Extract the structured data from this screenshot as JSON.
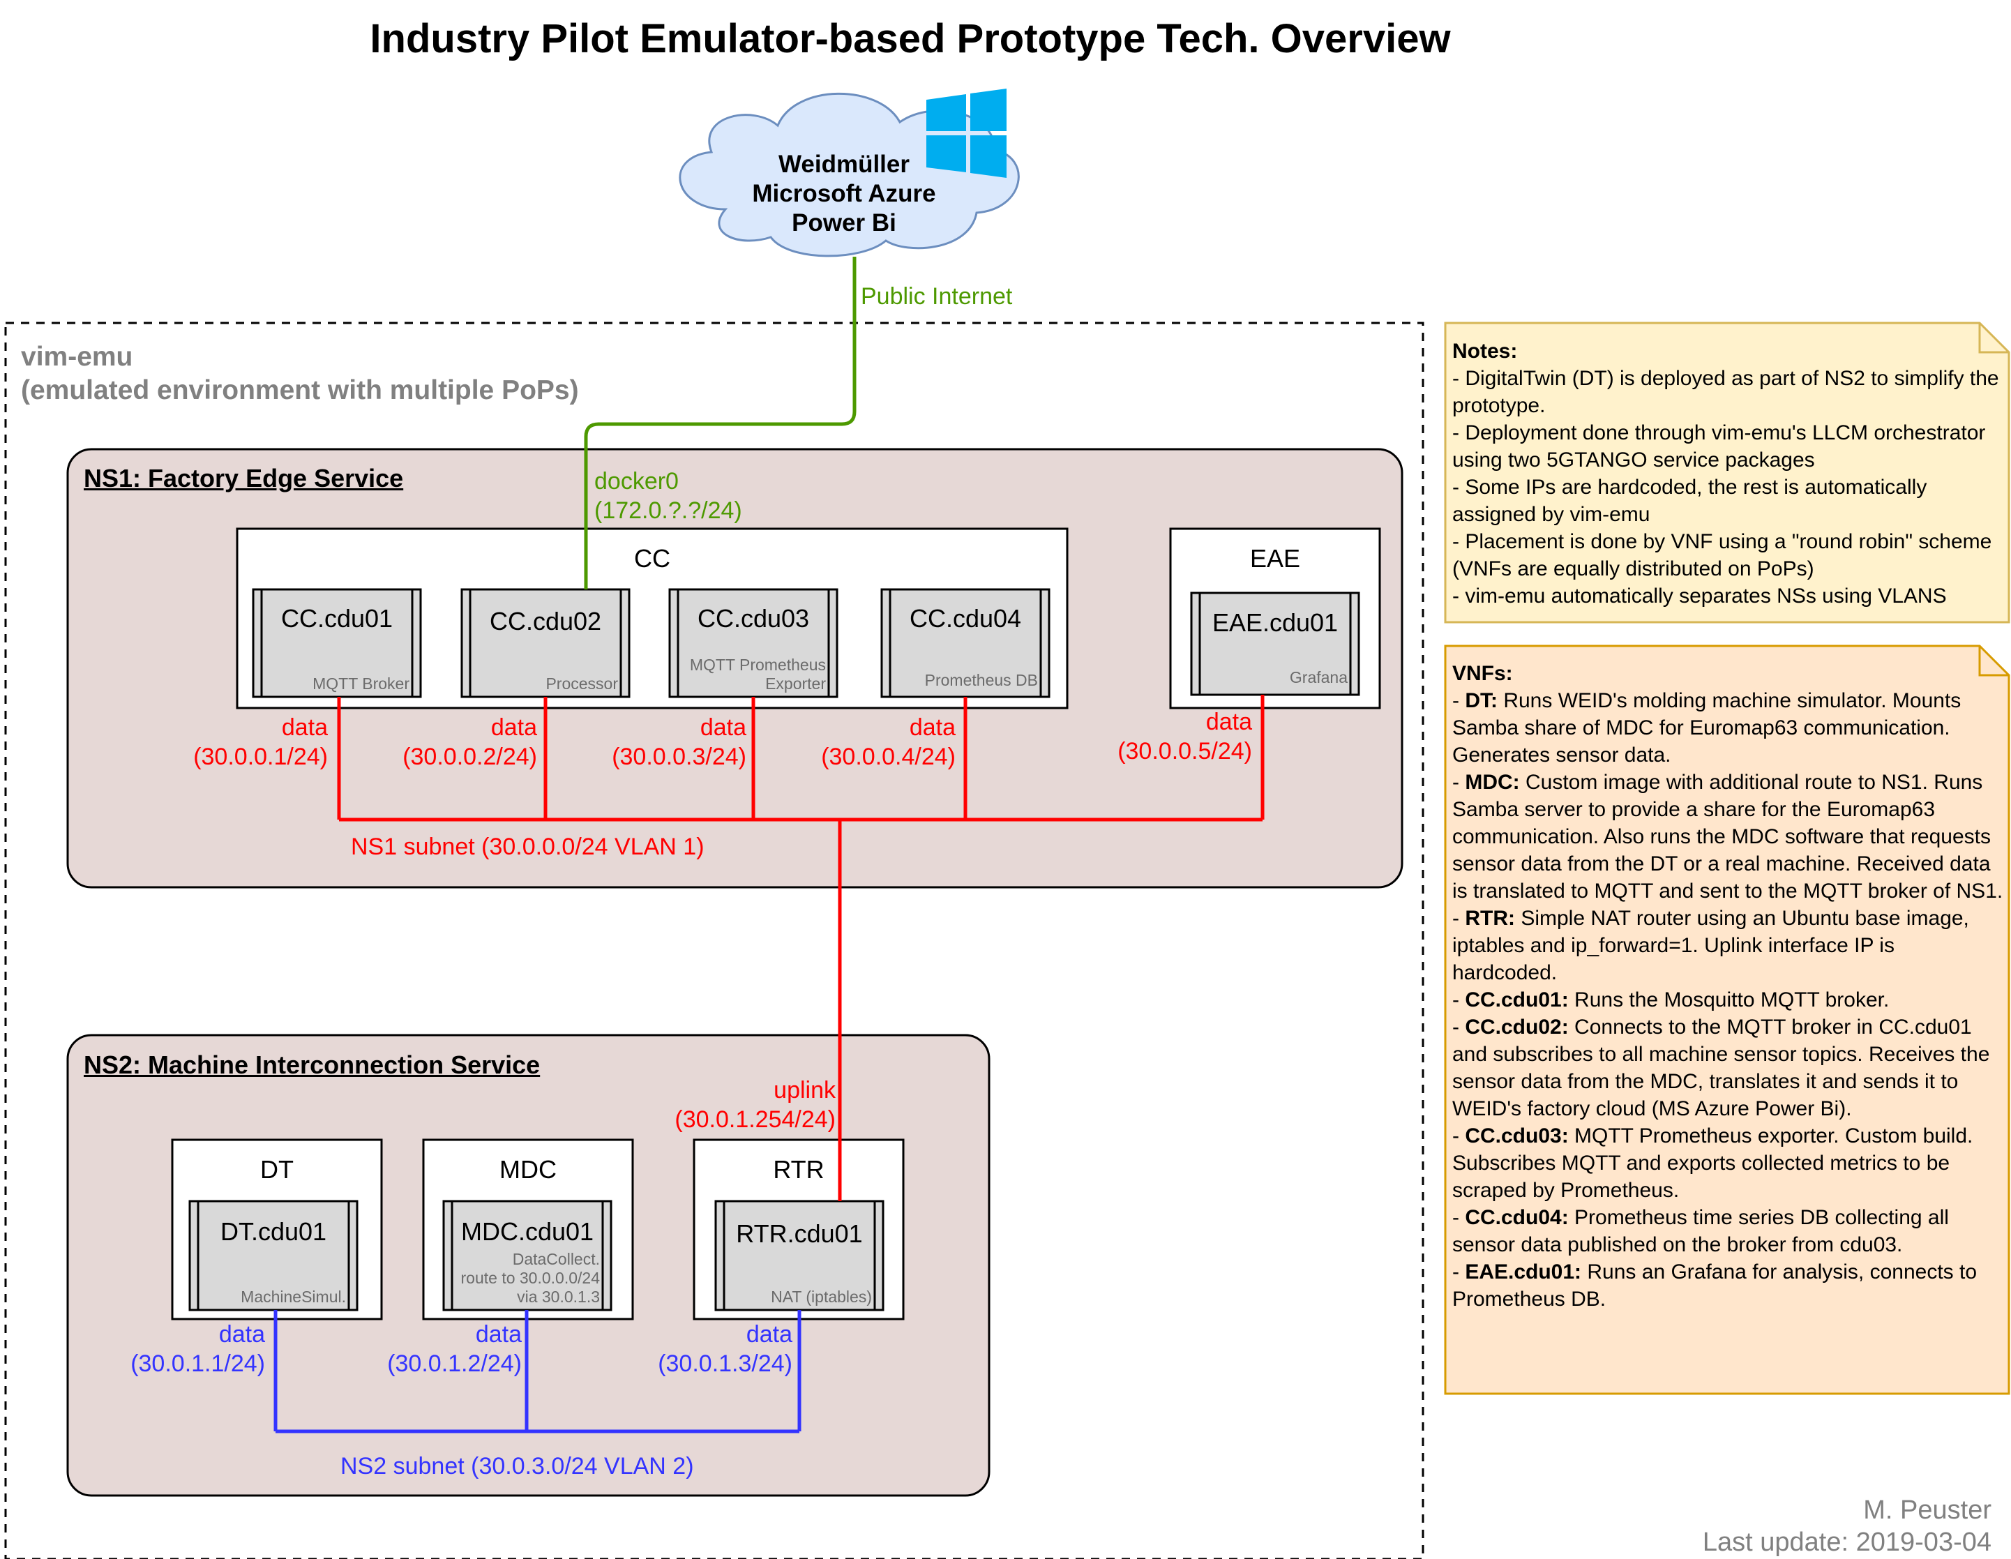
{
  "title": "Industry Pilot Emulator-based Prototype Tech. Overview",
  "cloud": {
    "lines": [
      "Weidmüller",
      "Microsoft Azure",
      "Power Bi"
    ],
    "icon": "windows-logo-icon"
  },
  "public_internet_label": "Public Internet",
  "docker0": {
    "name": "docker0",
    "subnet": "(172.0.?.?/24)"
  },
  "vim_emu": {
    "title": "vim-emu",
    "subtitle": "(emulated environment with multiple PoPs)"
  },
  "ns1": {
    "title": "NS1: Factory Edge Service",
    "subnet_label": "NS1 subnet (30.0.0.0/24 VLAN 1)",
    "vnfs": [
      {
        "name": "CC",
        "cdus": [
          {
            "name": "CC.cdu01",
            "sub": [
              "MQTT Broker"
            ],
            "iface": "data",
            "ip": "(30.0.0.1/24)"
          },
          {
            "name": "CC.cdu02",
            "sub": [
              "Processor"
            ],
            "iface": "data",
            "ip": "(30.0.0.2/24)"
          },
          {
            "name": "CC.cdu03",
            "sub": [
              "MQTT Prometheus",
              "Exporter"
            ],
            "iface": "data",
            "ip": "(30.0.0.3/24)"
          },
          {
            "name": "CC.cdu04",
            "sub": [
              "Prometheus DB"
            ],
            "iface": "data",
            "ip": "(30.0.0.4/24)"
          }
        ]
      },
      {
        "name": "EAE",
        "cdus": [
          {
            "name": "EAE.cdu01",
            "sub": [
              "Grafana"
            ],
            "iface": "data",
            "ip": "(30.0.0.5/24)"
          }
        ]
      }
    ]
  },
  "ns2": {
    "title": "NS2: Machine Interconnection Service",
    "subnet_label": "NS2 subnet (30.0.3.0/24 VLAN 2)",
    "uplink": {
      "name": "uplink",
      "ip": "(30.0.1.254/24)"
    },
    "vnfs": [
      {
        "name": "DT",
        "cdu": {
          "name": "DT.cdu01",
          "sub": [
            "MachineSimul."
          ],
          "iface": "data",
          "ip": "(30.0.1.1/24)"
        }
      },
      {
        "name": "MDC",
        "cdu": {
          "name": "MDC.cdu01",
          "sub": [
            "DataCollect.",
            "route to 30.0.0.0/24",
            "via 30.0.1.3"
          ],
          "iface": "data",
          "ip": "(30.0.1.2/24)"
        }
      },
      {
        "name": "RTR",
        "cdu": {
          "name": "RTR.cdu01",
          "sub": [
            "NAT (iptables)"
          ],
          "iface": "data",
          "ip": "(30.0.1.3/24)"
        }
      }
    ]
  },
  "notes": {
    "heading": "Notes:",
    "items": [
      "- DigitalTwin (DT) is deployed as part of NS2 to simplify the prototype.",
      "- Deployment done through vim-emu's LLCM orchestrator using two 5GTANGO service packages",
      "- Some IPs are hardcoded, the rest is automatically assigned by vim-emu",
      "- Placement is done by VNF using a \"round robin\" scheme (VNFs are equally distributed on PoPs)",
      "- vim-emu automatically separates NSs using VLANS"
    ]
  },
  "vnf_notes": {
    "heading": "VNFs:",
    "items": [
      {
        "key": "DT:",
        "text": "Runs WEID's molding machine simulator. Mounts Samba share of MDC for Euromap63 communication. Generates sensor data."
      },
      {
        "key": "MDC:",
        "text": "Custom image with additional route to NS1. Runs Samba server to provide a share for the Euromap63 communication. Also runs the MDC software that requests sensor data from the DT or a real machine. Received data is translated to MQTT and sent to the MQTT broker of NS1."
      },
      {
        "key": "RTR:",
        "text": "Simple NAT router using an Ubuntu base image, iptables and ip_forward=1. Uplink interface IP is hardcoded."
      },
      {
        "key": "CC.cdu01:",
        "text": "Runs the Mosquitto MQTT broker."
      },
      {
        "key": "CC.cdu02:",
        "text": "Connects to the MQTT broker in CC.cdu01 and subscribes to all machine sensor topics. Receives the sensor data from the MDC, translates it and sends it to WEID's factory cloud (MS Azure Power Bi)."
      },
      {
        "key": "CC.cdu03:",
        "text": "MQTT Prometheus exporter. Custom build. Subscribes MQTT and exports collected metrics to be scraped by Prometheus."
      },
      {
        "key": "CC.cdu04:",
        "text": "Prometheus time series DB collecting all sensor data published on the broker from cdu03."
      },
      {
        "key": "EAE.cdu01:",
        "text": "Runs an Grafana for analysis, connects to Prometheus DB."
      }
    ]
  },
  "author": {
    "name": "M. Peuster",
    "date": "Last update: 2019-03-04"
  },
  "colors": {
    "ns_fill": "#e6d8d6",
    "cdu_fill": "#d9d9d9",
    "cloud_fill": "#dae8fc",
    "cloud_stroke": "#6c8ebf",
    "notes_fill": "#fff2cc",
    "notes_stroke": "#d6b656",
    "vnf_notes_fill": "#ffe6cc",
    "vnf_notes_stroke": "#d79b00",
    "internet_link": "#4d9900",
    "ns1_link": "#ff0000",
    "ns2_link": "#3333ff",
    "windows_blue": "#00adef"
  }
}
